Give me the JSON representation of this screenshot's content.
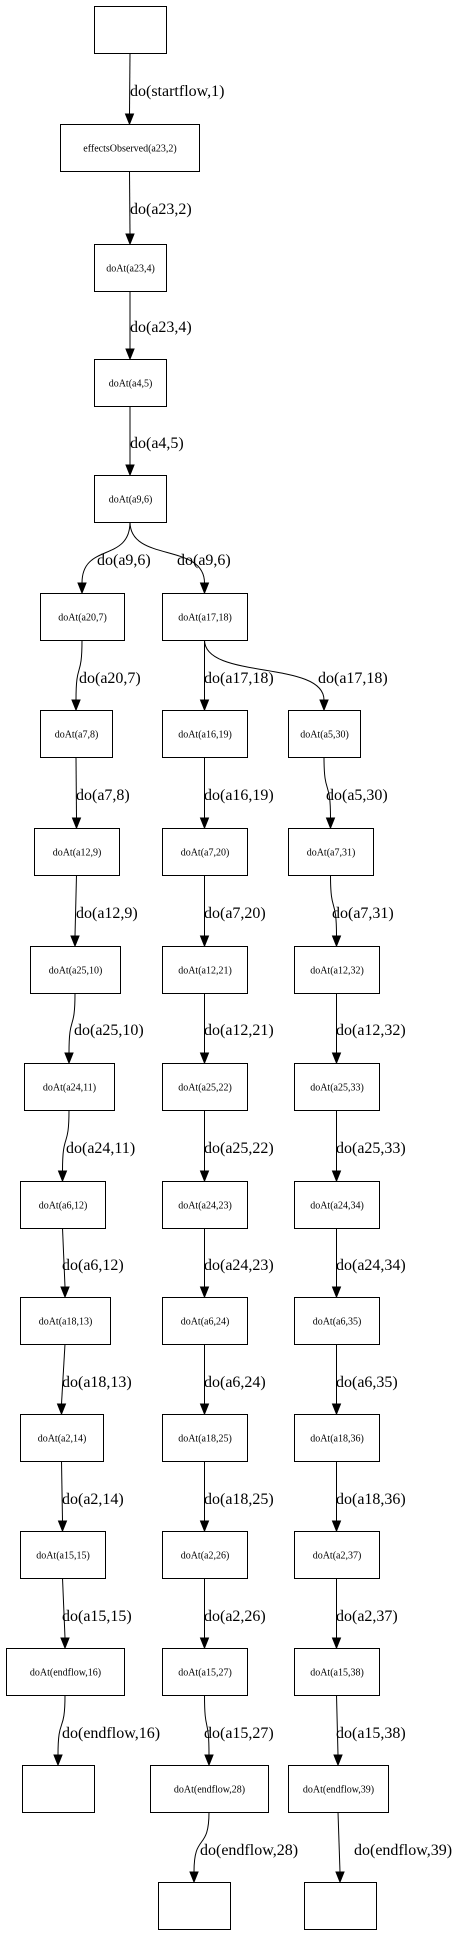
{
  "diagram": {
    "nodes": [
      {
        "id": "start",
        "label": ""
      },
      {
        "id": "eff",
        "label": "effectsObserved(a23,2)"
      },
      {
        "id": "n4",
        "label": "doAt(a23,4)"
      },
      {
        "id": "n5",
        "label": "doAt(a4,5)"
      },
      {
        "id": "n6",
        "label": "doAt(a9,6)"
      },
      {
        "id": "n7",
        "label": "doAt(a20,7)"
      },
      {
        "id": "n8",
        "label": "doAt(a7,8)"
      },
      {
        "id": "n9",
        "label": "doAt(a12,9)"
      },
      {
        "id": "n10",
        "label": "doAt(a25,10)"
      },
      {
        "id": "n11",
        "label": "doAt(a24,11)"
      },
      {
        "id": "n12",
        "label": "doAt(a6,12)"
      },
      {
        "id": "n13",
        "label": "doAt(a18,13)"
      },
      {
        "id": "n14",
        "label": "doAt(a2,14)"
      },
      {
        "id": "n15",
        "label": "doAt(a15,15)"
      },
      {
        "id": "n16",
        "label": "doAt(endflow,16)"
      },
      {
        "id": "end16",
        "label": ""
      },
      {
        "id": "n18",
        "label": "doAt(a17,18)"
      },
      {
        "id": "n19",
        "label": "doAt(a16,19)"
      },
      {
        "id": "n20",
        "label": "doAt(a7,20)"
      },
      {
        "id": "n21",
        "label": "doAt(a12,21)"
      },
      {
        "id": "n22",
        "label": "doAt(a25,22)"
      },
      {
        "id": "n23",
        "label": "doAt(a24,23)"
      },
      {
        "id": "n24",
        "label": "doAt(a6,24)"
      },
      {
        "id": "n25",
        "label": "doAt(a18,25)"
      },
      {
        "id": "n26",
        "label": "doAt(a2,26)"
      },
      {
        "id": "n27",
        "label": "doAt(a15,27)"
      },
      {
        "id": "n28",
        "label": "doAt(endflow,28)"
      },
      {
        "id": "end28",
        "label": ""
      },
      {
        "id": "n30",
        "label": "doAt(a5,30)"
      },
      {
        "id": "n31",
        "label": "doAt(a7,31)"
      },
      {
        "id": "n32",
        "label": "doAt(a12,32)"
      },
      {
        "id": "n33",
        "label": "doAt(a25,33)"
      },
      {
        "id": "n34",
        "label": "doAt(a24,34)"
      },
      {
        "id": "n35",
        "label": "doAt(a6,35)"
      },
      {
        "id": "n36",
        "label": "doAt(a18,36)"
      },
      {
        "id": "n37",
        "label": "doAt(a2,37)"
      },
      {
        "id": "n38",
        "label": "doAt(a15,38)"
      },
      {
        "id": "n39",
        "label": "doAt(endflow,39)"
      },
      {
        "id": "end39",
        "label": ""
      }
    ],
    "edges": [
      {
        "from": "start",
        "to": "eff",
        "label": "do(startflow,1)"
      },
      {
        "from": "eff",
        "to": "n4",
        "label": "do(a23,2)"
      },
      {
        "from": "n4",
        "to": "n5",
        "label": "do(a23,4)"
      },
      {
        "from": "n5",
        "to": "n6",
        "label": "do(a4,5)"
      },
      {
        "from": "n6",
        "to": "n7",
        "label": "do(a9,6)"
      },
      {
        "from": "n6",
        "to": "n18",
        "label": "do(a9,6)"
      },
      {
        "from": "n7",
        "to": "n8",
        "label": "do(a20,7)"
      },
      {
        "from": "n8",
        "to": "n9",
        "label": "do(a7,8)"
      },
      {
        "from": "n9",
        "to": "n10",
        "label": "do(a12,9)"
      },
      {
        "from": "n10",
        "to": "n11",
        "label": "do(a25,10)"
      },
      {
        "from": "n11",
        "to": "n12",
        "label": "do(a24,11)"
      },
      {
        "from": "n12",
        "to": "n13",
        "label": "do(a6,12)"
      },
      {
        "from": "n13",
        "to": "n14",
        "label": "do(a18,13)"
      },
      {
        "from": "n14",
        "to": "n15",
        "label": "do(a2,14)"
      },
      {
        "from": "n15",
        "to": "n16",
        "label": "do(a15,15)"
      },
      {
        "from": "n16",
        "to": "end16",
        "label": "do(endflow,16)"
      },
      {
        "from": "n18",
        "to": "n19",
        "label": "do(a17,18)"
      },
      {
        "from": "n18",
        "to": "n30",
        "label": "do(a17,18)"
      },
      {
        "from": "n19",
        "to": "n20",
        "label": "do(a16,19)"
      },
      {
        "from": "n20",
        "to": "n21",
        "label": "do(a7,20)"
      },
      {
        "from": "n21",
        "to": "n22",
        "label": "do(a12,21)"
      },
      {
        "from": "n22",
        "to": "n23",
        "label": "do(a25,22)"
      },
      {
        "from": "n23",
        "to": "n24",
        "label": "do(a24,23)"
      },
      {
        "from": "n24",
        "to": "n25",
        "label": "do(a6,24)"
      },
      {
        "from": "n25",
        "to": "n26",
        "label": "do(a18,25)"
      },
      {
        "from": "n26",
        "to": "n27",
        "label": "do(a2,26)"
      },
      {
        "from": "n27",
        "to": "n28",
        "label": "do(a15,27)"
      },
      {
        "from": "n28",
        "to": "end28",
        "label": "do(endflow,28)"
      },
      {
        "from": "n30",
        "to": "n31",
        "label": "do(a5,30)"
      },
      {
        "from": "n31",
        "to": "n32",
        "label": "do(a7,31)"
      },
      {
        "from": "n32",
        "to": "n33",
        "label": "do(a12,32)"
      },
      {
        "from": "n33",
        "to": "n34",
        "label": "do(a25,33)"
      },
      {
        "from": "n34",
        "to": "n35",
        "label": "do(a24,34)"
      },
      {
        "from": "n35",
        "to": "n36",
        "label": "do(a6,35)"
      },
      {
        "from": "n36",
        "to": "n37",
        "label": "do(a18,36)"
      },
      {
        "from": "n37",
        "to": "n38",
        "label": "do(a2,37)"
      },
      {
        "from": "n38",
        "to": "n39",
        "label": "do(a15,38)"
      },
      {
        "from": "n39",
        "to": "end39",
        "label": "do(endflow,39)"
      }
    ]
  }
}
